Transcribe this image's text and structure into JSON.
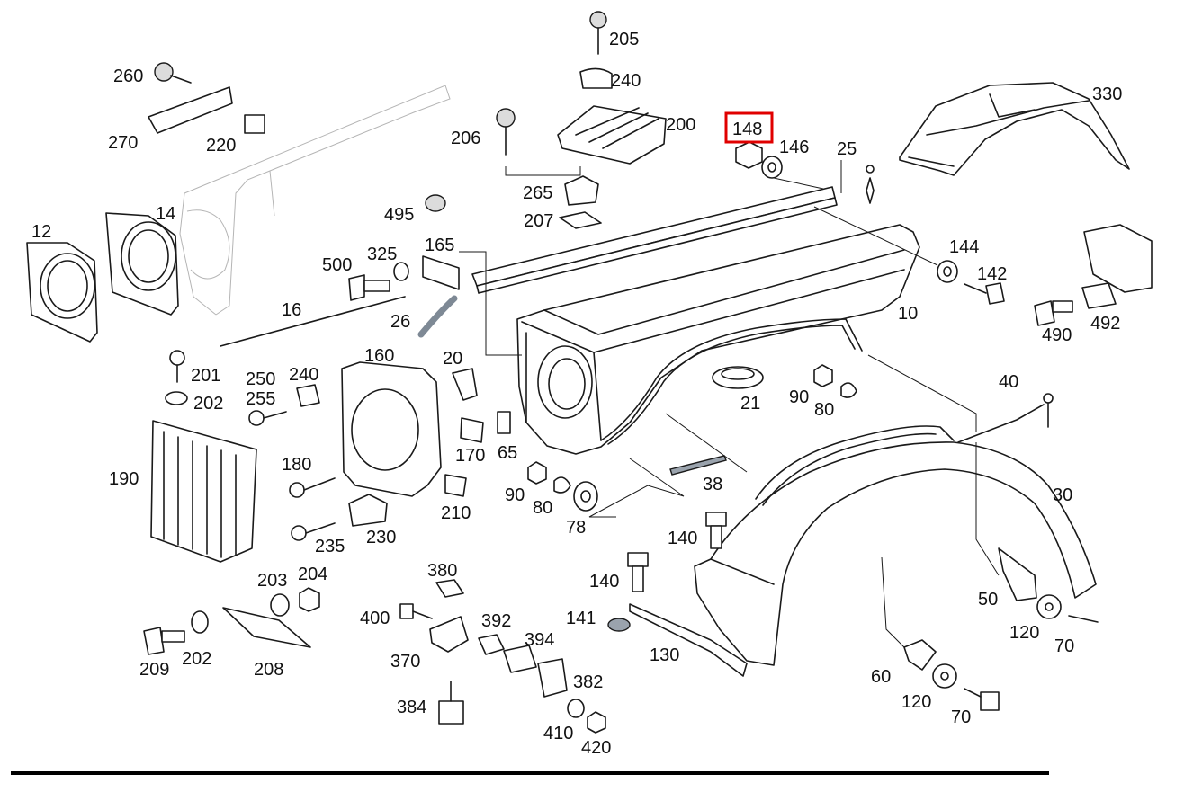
{
  "diagram": {
    "highlighted_part": "148",
    "highlight_color": "#e00000",
    "line_color": "#1a1a1a",
    "parts": [
      {
        "id": "p205",
        "label": "205",
        "icon": "screw-icon"
      },
      {
        "id": "p240a",
        "label": "240",
        "icon": "clip-icon"
      },
      {
        "id": "p260",
        "label": "260",
        "icon": "screw-icon"
      },
      {
        "id": "p330",
        "label": "330",
        "icon": "inner-fender-icon"
      },
      {
        "id": "p200",
        "label": "200",
        "icon": "grille-icon"
      },
      {
        "id": "p206",
        "label": "206",
        "icon": "screw-icon"
      },
      {
        "id": "p148",
        "label": "148",
        "icon": "nut-icon"
      },
      {
        "id": "p146",
        "label": "146",
        "icon": "washer-icon"
      },
      {
        "id": "p25",
        "label": "25",
        "icon": "rivet-icon"
      },
      {
        "id": "p270",
        "label": "270",
        "icon": "bracket-icon"
      },
      {
        "id": "p220",
        "label": "220",
        "icon": "clip-icon"
      },
      {
        "id": "p265",
        "label": "265",
        "icon": "clip-icon"
      },
      {
        "id": "p495",
        "label": "495",
        "icon": "grommet-icon"
      },
      {
        "id": "p207",
        "label": "207",
        "icon": "plate-icon"
      },
      {
        "id": "p12",
        "label": "12",
        "icon": "headlamp-housing-icon"
      },
      {
        "id": "p14",
        "label": "14",
        "icon": "headlamp-housing-icon"
      },
      {
        "id": "p165",
        "label": "165",
        "icon": "bracket-icon"
      },
      {
        "id": "p144",
        "label": "144",
        "icon": "washer-icon"
      },
      {
        "id": "p500",
        "label": "500",
        "icon": "bolt-icon"
      },
      {
        "id": "p325",
        "label": "325",
        "icon": "washer-icon"
      },
      {
        "id": "p142",
        "label": "142",
        "icon": "bolt-icon"
      },
      {
        "id": "p16",
        "label": "16",
        "icon": "strip-icon"
      },
      {
        "id": "p26",
        "label": "26",
        "icon": "hose-icon"
      },
      {
        "id": "p10",
        "label": "10",
        "icon": "fender-icon"
      },
      {
        "id": "p490",
        "label": "490",
        "icon": "bolt-icon"
      },
      {
        "id": "p492",
        "label": "492",
        "icon": "sleeve-icon"
      },
      {
        "id": "p160",
        "label": "160",
        "icon": "lamp-frame-icon"
      },
      {
        "id": "p20",
        "label": "20",
        "icon": "bracket-icon"
      },
      {
        "id": "p201",
        "label": "201",
        "icon": "screw-icon"
      },
      {
        "id": "p250",
        "label": "250",
        "icon": "screw-icon"
      },
      {
        "id": "p240b",
        "label": "240",
        "icon": "clip-icon"
      },
      {
        "id": "p255",
        "label": "255",
        "icon": "screw-icon"
      },
      {
        "id": "p202a",
        "label": "202",
        "icon": "washer-icon"
      },
      {
        "id": "p21",
        "label": "21",
        "icon": "cap-icon"
      },
      {
        "id": "p90a",
        "label": "90",
        "icon": "nut-icon"
      },
      {
        "id": "p80a",
        "label": "80",
        "icon": "washer-icon"
      },
      {
        "id": "p40",
        "label": "40",
        "icon": "wire-icon"
      },
      {
        "id": "p190",
        "label": "190",
        "icon": "grille-icon"
      },
      {
        "id": "p170",
        "label": "170",
        "icon": "clip-icon"
      },
      {
        "id": "p65",
        "label": "65",
        "icon": "plate-icon"
      },
      {
        "id": "p180",
        "label": "180",
        "icon": "screw-icon"
      },
      {
        "id": "p38",
        "label": "38",
        "icon": "strip-icon"
      },
      {
        "id": "p30",
        "label": "30",
        "icon": "wheel-arch-icon"
      },
      {
        "id": "p90b",
        "label": "90",
        "icon": "nut-icon"
      },
      {
        "id": "p80b",
        "label": "80",
        "icon": "washer-icon"
      },
      {
        "id": "p210",
        "label": "210",
        "icon": "clip-icon"
      },
      {
        "id": "p78",
        "label": "78",
        "icon": "spacer-icon"
      },
      {
        "id": "p230",
        "label": "230",
        "icon": "clip-icon"
      },
      {
        "id": "p235",
        "label": "235",
        "icon": "screw-icon"
      },
      {
        "id": "p140a",
        "label": "140",
        "icon": "bolt-icon"
      },
      {
        "id": "p140b",
        "label": "140",
        "icon": "bolt-icon"
      },
      {
        "id": "p380",
        "label": "380",
        "icon": "nut-icon"
      },
      {
        "id": "p203",
        "label": "203",
        "icon": "washer-icon"
      },
      {
        "id": "p204",
        "label": "204",
        "icon": "nut-icon"
      },
      {
        "id": "p50",
        "label": "50",
        "icon": "bracket-icon"
      },
      {
        "id": "p400",
        "label": "400",
        "icon": "screw-icon"
      },
      {
        "id": "p392",
        "label": "392",
        "icon": "sleeve-icon"
      },
      {
        "id": "p141",
        "label": "141",
        "icon": "washer-icon"
      },
      {
        "id": "p394",
        "label": "394",
        "icon": "sleeve-icon"
      },
      {
        "id": "p120a",
        "label": "120",
        "icon": "washer-icon"
      },
      {
        "id": "p70a",
        "label": "70",
        "icon": "screw-icon"
      },
      {
        "id": "p209",
        "label": "209",
        "icon": "bolt-icon"
      },
      {
        "id": "p202b",
        "label": "202",
        "icon": "washer-icon"
      },
      {
        "id": "p208",
        "label": "208",
        "icon": "plate-icon"
      },
      {
        "id": "p370",
        "label": "370",
        "icon": "bracket-icon"
      },
      {
        "id": "p130",
        "label": "130",
        "icon": "strut-icon"
      },
      {
        "id": "p382",
        "label": "382",
        "icon": "clip-icon"
      },
      {
        "id": "p60",
        "label": "60",
        "icon": "bracket-icon"
      },
      {
        "id": "p384",
        "label": "384",
        "icon": "buffer-icon"
      },
      {
        "id": "p120b",
        "label": "120",
        "icon": "washer-icon"
      },
      {
        "id": "p70b",
        "label": "70",
        "icon": "bolt-icon"
      },
      {
        "id": "p410",
        "label": "410",
        "icon": "washer-icon"
      },
      {
        "id": "p420",
        "label": "420",
        "icon": "nut-icon"
      }
    ]
  }
}
